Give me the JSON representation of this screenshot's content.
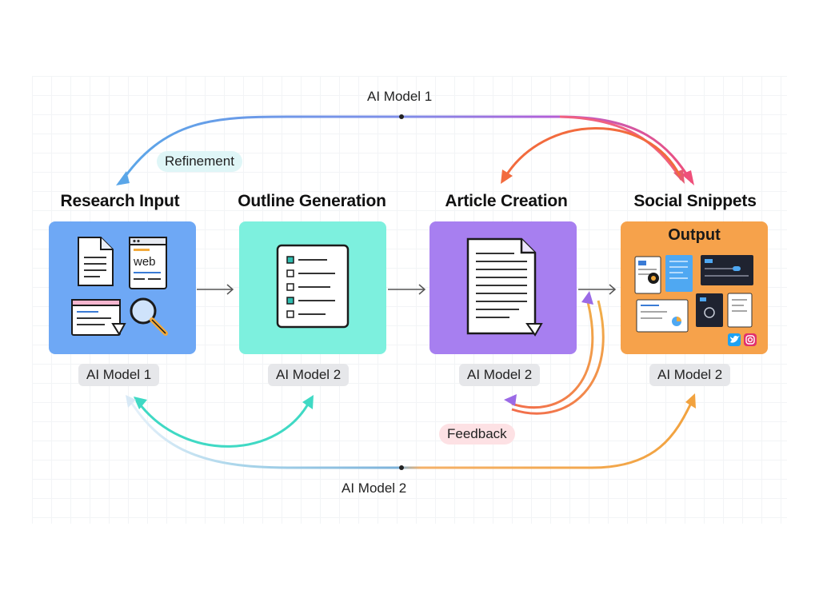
{
  "stages": [
    {
      "title": "Research Input",
      "model": "AI Model 1",
      "color": "#6ea8f5"
    },
    {
      "title": "Outline Generation",
      "model": "AI Model 2",
      "color": "#7df0de"
    },
    {
      "title": "Article Creation",
      "model": "AI Model 2",
      "color": "#a77ff0"
    },
    {
      "title": "Social Snippets",
      "model": "AI Model 2",
      "color": "#f6a24b",
      "inner_title": "Output"
    }
  ],
  "top_link_label": "AI Model 1",
  "bottom_link_label": "AI Model 2",
  "refinement_label": "Refinement",
  "feedback_label": "Feedback",
  "research_icon_text": "web",
  "colors": {
    "refinement_bg": "#dff6f7",
    "feedback_bg": "#fde1e4",
    "pill_bg": "#e6e7ea",
    "arrow_blue": "#5aa6e8",
    "arrow_purple": "#9b6ae6",
    "arrow_pink": "#ef4f7a",
    "arrow_orange": "#f29a3c",
    "arrow_teal": "#3fd9c4"
  }
}
